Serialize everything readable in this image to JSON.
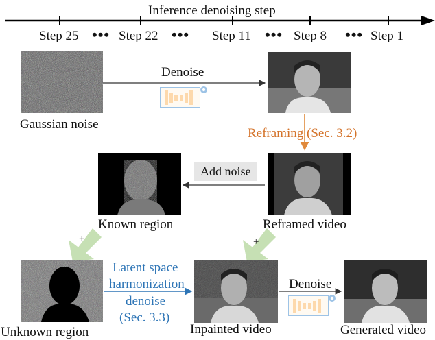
{
  "timeline": {
    "title": "Inference denoising step",
    "steps": [
      "Step 25",
      "Step 22",
      "Step 11",
      "Step 8",
      "Step 1"
    ],
    "ellipsis": "•••"
  },
  "nodes": {
    "gaussian_noise": "Gaussian noise",
    "known_region": "Known region",
    "reframed_video": "Reframed video",
    "unknown_region": "Unknown region",
    "inpainted_video": "Inpainted video",
    "generated_video": "Generated video"
  },
  "edges": {
    "denoise_top": "Denoise",
    "reframing": "Reframing (Sec. 3.2)",
    "add_noise": "Add noise",
    "plus": "+",
    "harmonization_line1": "Latent space",
    "harmonization_line2": "harmonization",
    "harmonization_line3": "denoise",
    "harmonization_line4": "(Sec. 3.3)",
    "denoise_bottom": "Denoise"
  },
  "colors": {
    "accent_orange": "#d4732a",
    "accent_blue": "#2e75b6",
    "green_arrow": "#c6e0b4",
    "unet_fill": "#fde4c6",
    "unet_border": "#9dc3e6"
  }
}
